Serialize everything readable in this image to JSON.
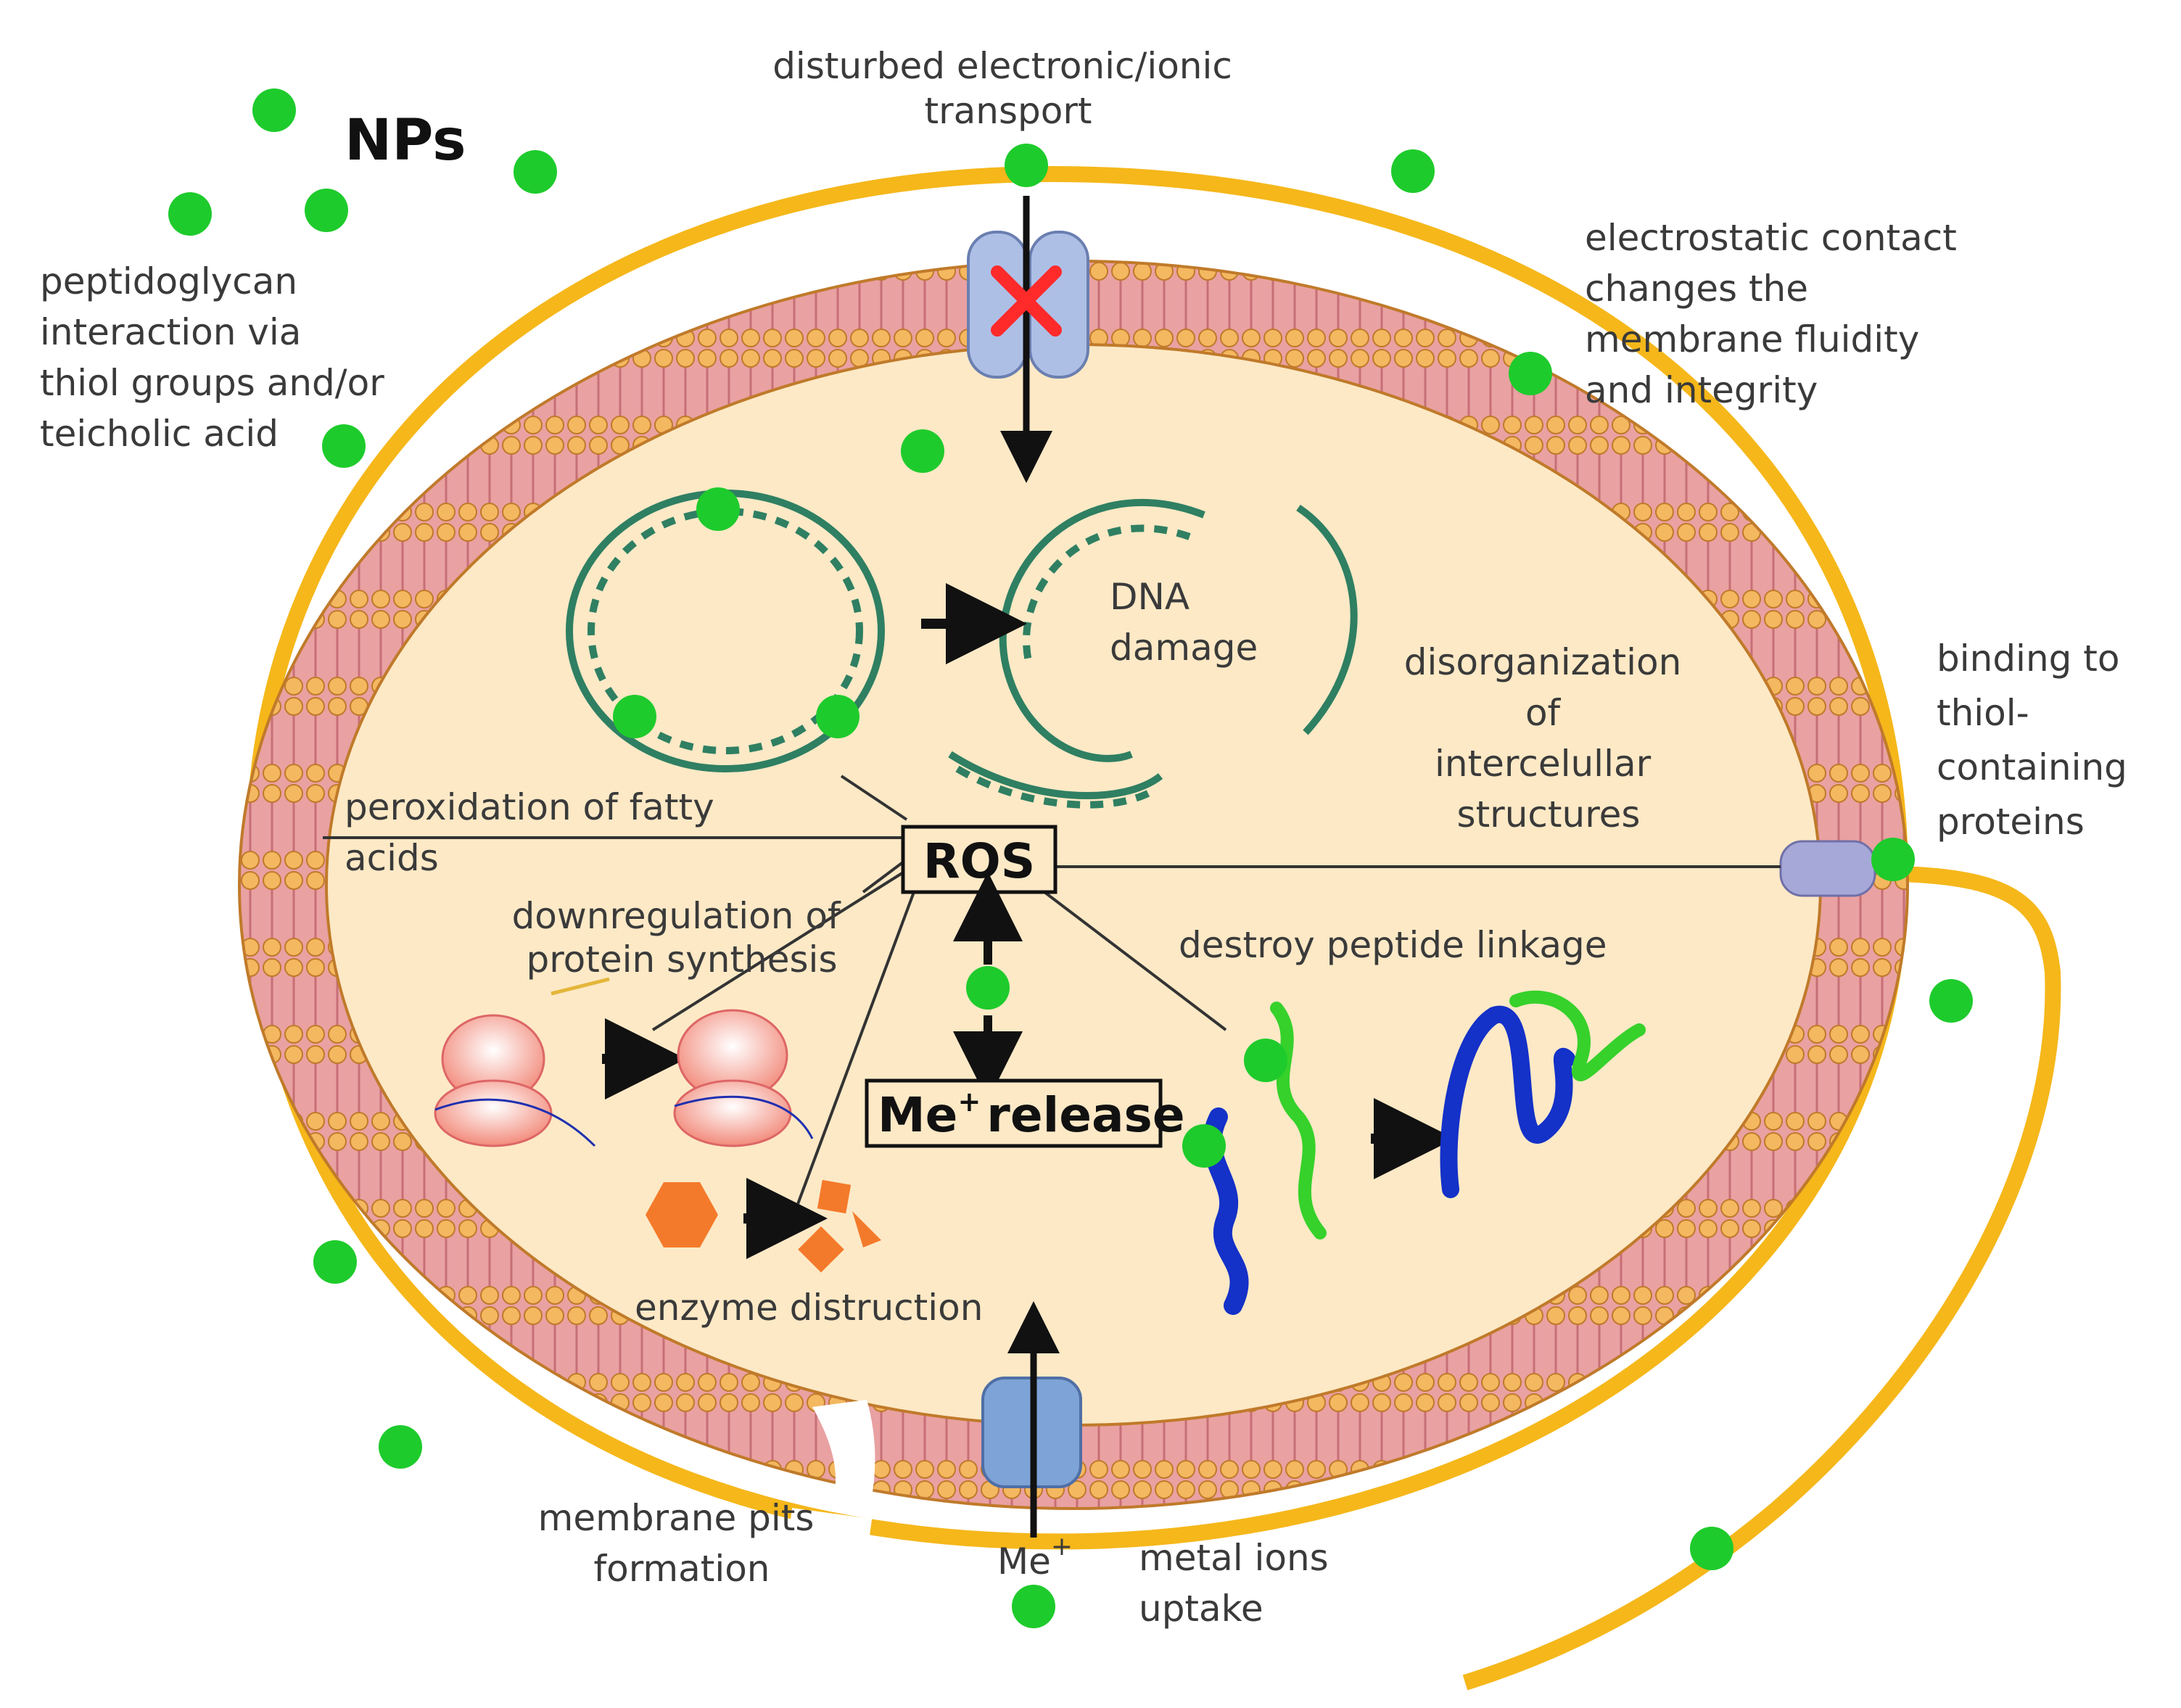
{
  "title": "NPs",
  "labels": {
    "transport": [
      "disturbed electronic/ionic",
      "transport"
    ],
    "peptidoglycan": [
      "peptidoglycan",
      "interaction via",
      "thiol groups and/or",
      "teicholic acid"
    ],
    "electrostatic": [
      "electrostatic contact",
      "changes the",
      "membrane fluidity",
      "and integrity"
    ],
    "dna": [
      "DNA",
      "damage"
    ],
    "disorganization": [
      "disorganization",
      "of",
      "intercelullar",
      "structures"
    ],
    "binding": [
      "binding to",
      "thiol-",
      "containing",
      "proteins"
    ],
    "peroxidation": [
      "peroxidation of fatty",
      "acids"
    ],
    "downregulation": [
      "downregulation of",
      "protein synthesis"
    ],
    "peptide": [
      "destroy peptide linkage"
    ],
    "enzyme": [
      "enzyme distruction"
    ],
    "pits": [
      "membrane pits",
      "formation"
    ],
    "uptake": [
      "metal ions",
      "uptake"
    ]
  },
  "ros_label": "ROS",
  "me_release": {
    "ion": "Me",
    "charge": "+",
    "text": "release"
  },
  "me_uptake": {
    "ion": "Me",
    "charge": "+"
  },
  "colors": {
    "cell_wall": "#f5b71a",
    "membrane": "#e9a1a2",
    "lipid_head": "#f4b860",
    "cytoplasm": "#fde9c6",
    "nanoparticle": "#1ecb2c",
    "dna": "#2f7f62",
    "ribosome": "#f28a7a",
    "enzyme": "#f47a2b",
    "protein_blue": "#1431c8",
    "protein_green": "#36d12b",
    "channel": "#aebfe6",
    "block_x": "#ff2a2a",
    "receptor": "#a6a8d8"
  }
}
